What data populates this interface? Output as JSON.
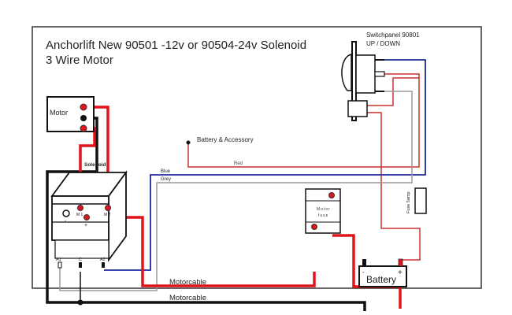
{
  "title": {
    "line1": "Anchorlift New 90501 -12v or 90504-24v Solenoid",
    "line2": "3 Wire Motor"
  },
  "switchpanel": {
    "name": "Switchpanel 90801",
    "mode": "UP / DOWN"
  },
  "motor": {
    "label": "Motor"
  },
  "solenoid": {
    "label": "Solenoid",
    "terminals": {
      "m1": "M 1",
      "m2": "M 2",
      "minus": "-",
      "plus": "+",
      "a1": "A1",
      "c": "C",
      "a2": "A2"
    }
  },
  "accessory": {
    "label": "Battery & Accessory"
  },
  "wires": {
    "red": "Red",
    "blue": "Blue",
    "grey": "Grey",
    "motorcable_positive": "Motorcable",
    "motorcable_negative": "Motorcable"
  },
  "motor_fuse": {
    "line1": "Motor",
    "line2": "fuse"
  },
  "control_fuse": {
    "label": "Fuse 5amp"
  },
  "battery": {
    "label": "Battery",
    "minus": "-",
    "plus": "+"
  },
  "colors": {
    "heavy_red": "#e0141b",
    "thin_red": "#c8312f",
    "blue": "#1c2a9c",
    "grey": "#9a9a9a",
    "black": "#111111"
  }
}
